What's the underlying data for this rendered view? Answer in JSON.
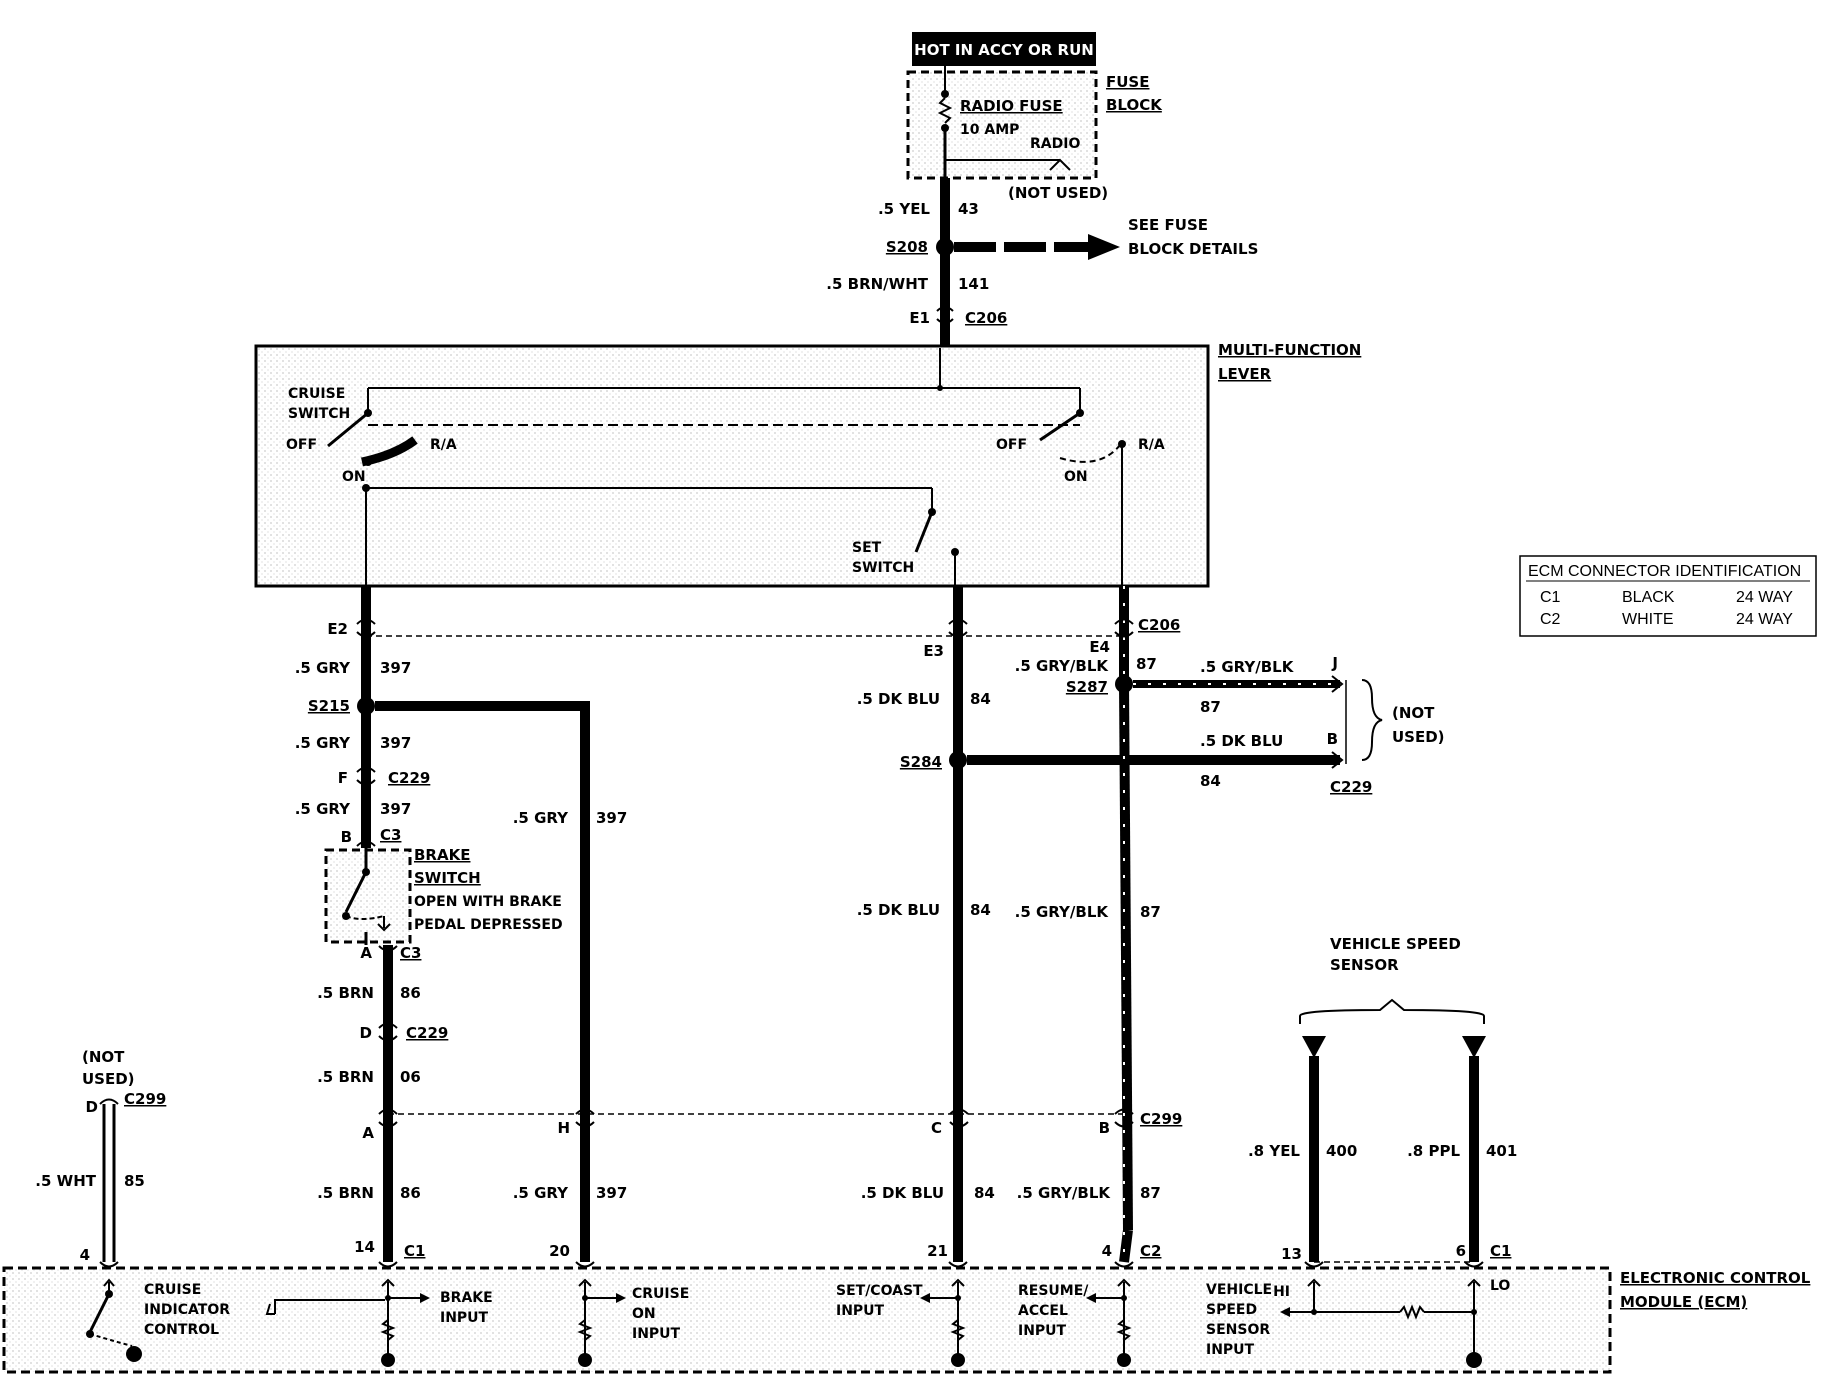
{
  "header": {
    "hot_label": "HOT IN ACCY OR RUN"
  },
  "fuse_block": {
    "label_1": "FUSE",
    "label_2": "BLOCK",
    "fuse_name": "RADIO FUSE",
    "fuse_rating": "10 AMP",
    "radio": "RADIO",
    "not_used": "(NOT USED)"
  },
  "wires": {
    "w43_color": ".5 YEL",
    "w43_num": "43",
    "w141_color": ".5 BRN/WHT",
    "w141_num": "141",
    "w397_color": ".5 GRY",
    "w397_num": "397",
    "w84_color": ".5 DK BLU",
    "w84_num": "84",
    "w87_color": ".5 GRY/BLK",
    "w87_num": "87",
    "w86_color": ".5 BRN",
    "w86_num": "86",
    "w86_num_alt": "06",
    "w85_color": ".5 WHT",
    "w85_num": "85",
    "w400_color": ".8 YEL",
    "w400_num": "400",
    "w401_color": ".8 PPL",
    "w401_num": "401"
  },
  "splices": {
    "s208": "S208",
    "s215": "S215",
    "s284": "S284",
    "s287": "S287"
  },
  "see_fuse": {
    "line1": "SEE FUSE",
    "line2": "BLOCK DETAILS"
  },
  "connectors": {
    "c206": "C206",
    "c229": "C229",
    "c3": "C3",
    "c299": "C299",
    "c1": "C1",
    "c2": "C2",
    "pin_e1": "E1",
    "pin_e2": "E2",
    "pin_e3": "E3",
    "pin_e4": "E4",
    "pin_f": "F",
    "pin_b": "B",
    "pin_a": "A",
    "pin_d": "D",
    "pin_h": "H",
    "pin_c": "C",
    "pin_j": "J",
    "pin_14": "14",
    "pin_20": "20",
    "pin_21": "21",
    "pin_4": "4",
    "pin_13": "13",
    "pin_6": "6"
  },
  "multi_function": {
    "label_1": "MULTI-FUNCTION",
    "label_2": "LEVER",
    "cruise_1": "CRUISE",
    "cruise_2": "SWITCH",
    "off": "OFF",
    "ra": "R/A",
    "on": "ON",
    "set_1": "SET",
    "set_2": "SWITCH"
  },
  "brake_switch": {
    "label_1": "BRAKE",
    "label_2": "SWITCH",
    "desc_1": "OPEN WITH BRAKE",
    "desc_2": "PEDAL DEPRESSED"
  },
  "not_used_right": {
    "line1": "(NOT",
    "line2": "USED)"
  },
  "not_used_left": {
    "line1": "(NOT",
    "line2": "USED)"
  },
  "ecm_table": {
    "title": "ECM CONNECTOR IDENTIFICATION",
    "rows": [
      {
        "id": "C1",
        "color": "BLACK",
        "type": "24 WAY"
      },
      {
        "id": "C2",
        "color": "WHITE",
        "type": "24 WAY"
      }
    ]
  },
  "vss": {
    "line1": "VEHICLE SPEED",
    "line2": "SENSOR"
  },
  "ecm": {
    "label_1": "ELECTRONIC CONTROL",
    "label_2": "MODULE (ECM)",
    "cruise_ind": [
      "CRUISE",
      "INDICATOR",
      "CONTROL"
    ],
    "brake_input": [
      "BRAKE",
      "INPUT"
    ],
    "cruise_on": [
      "CRUISE",
      "ON",
      "INPUT"
    ],
    "set_coast": [
      "SET/COAST",
      "INPUT"
    ],
    "resume": [
      "RESUME/",
      "ACCEL",
      "INPUT"
    ],
    "vss_input": [
      "VEHICLE",
      "SPEED",
      "SENSOR",
      "INPUT"
    ],
    "hi": "HI",
    "lo": "LO"
  }
}
